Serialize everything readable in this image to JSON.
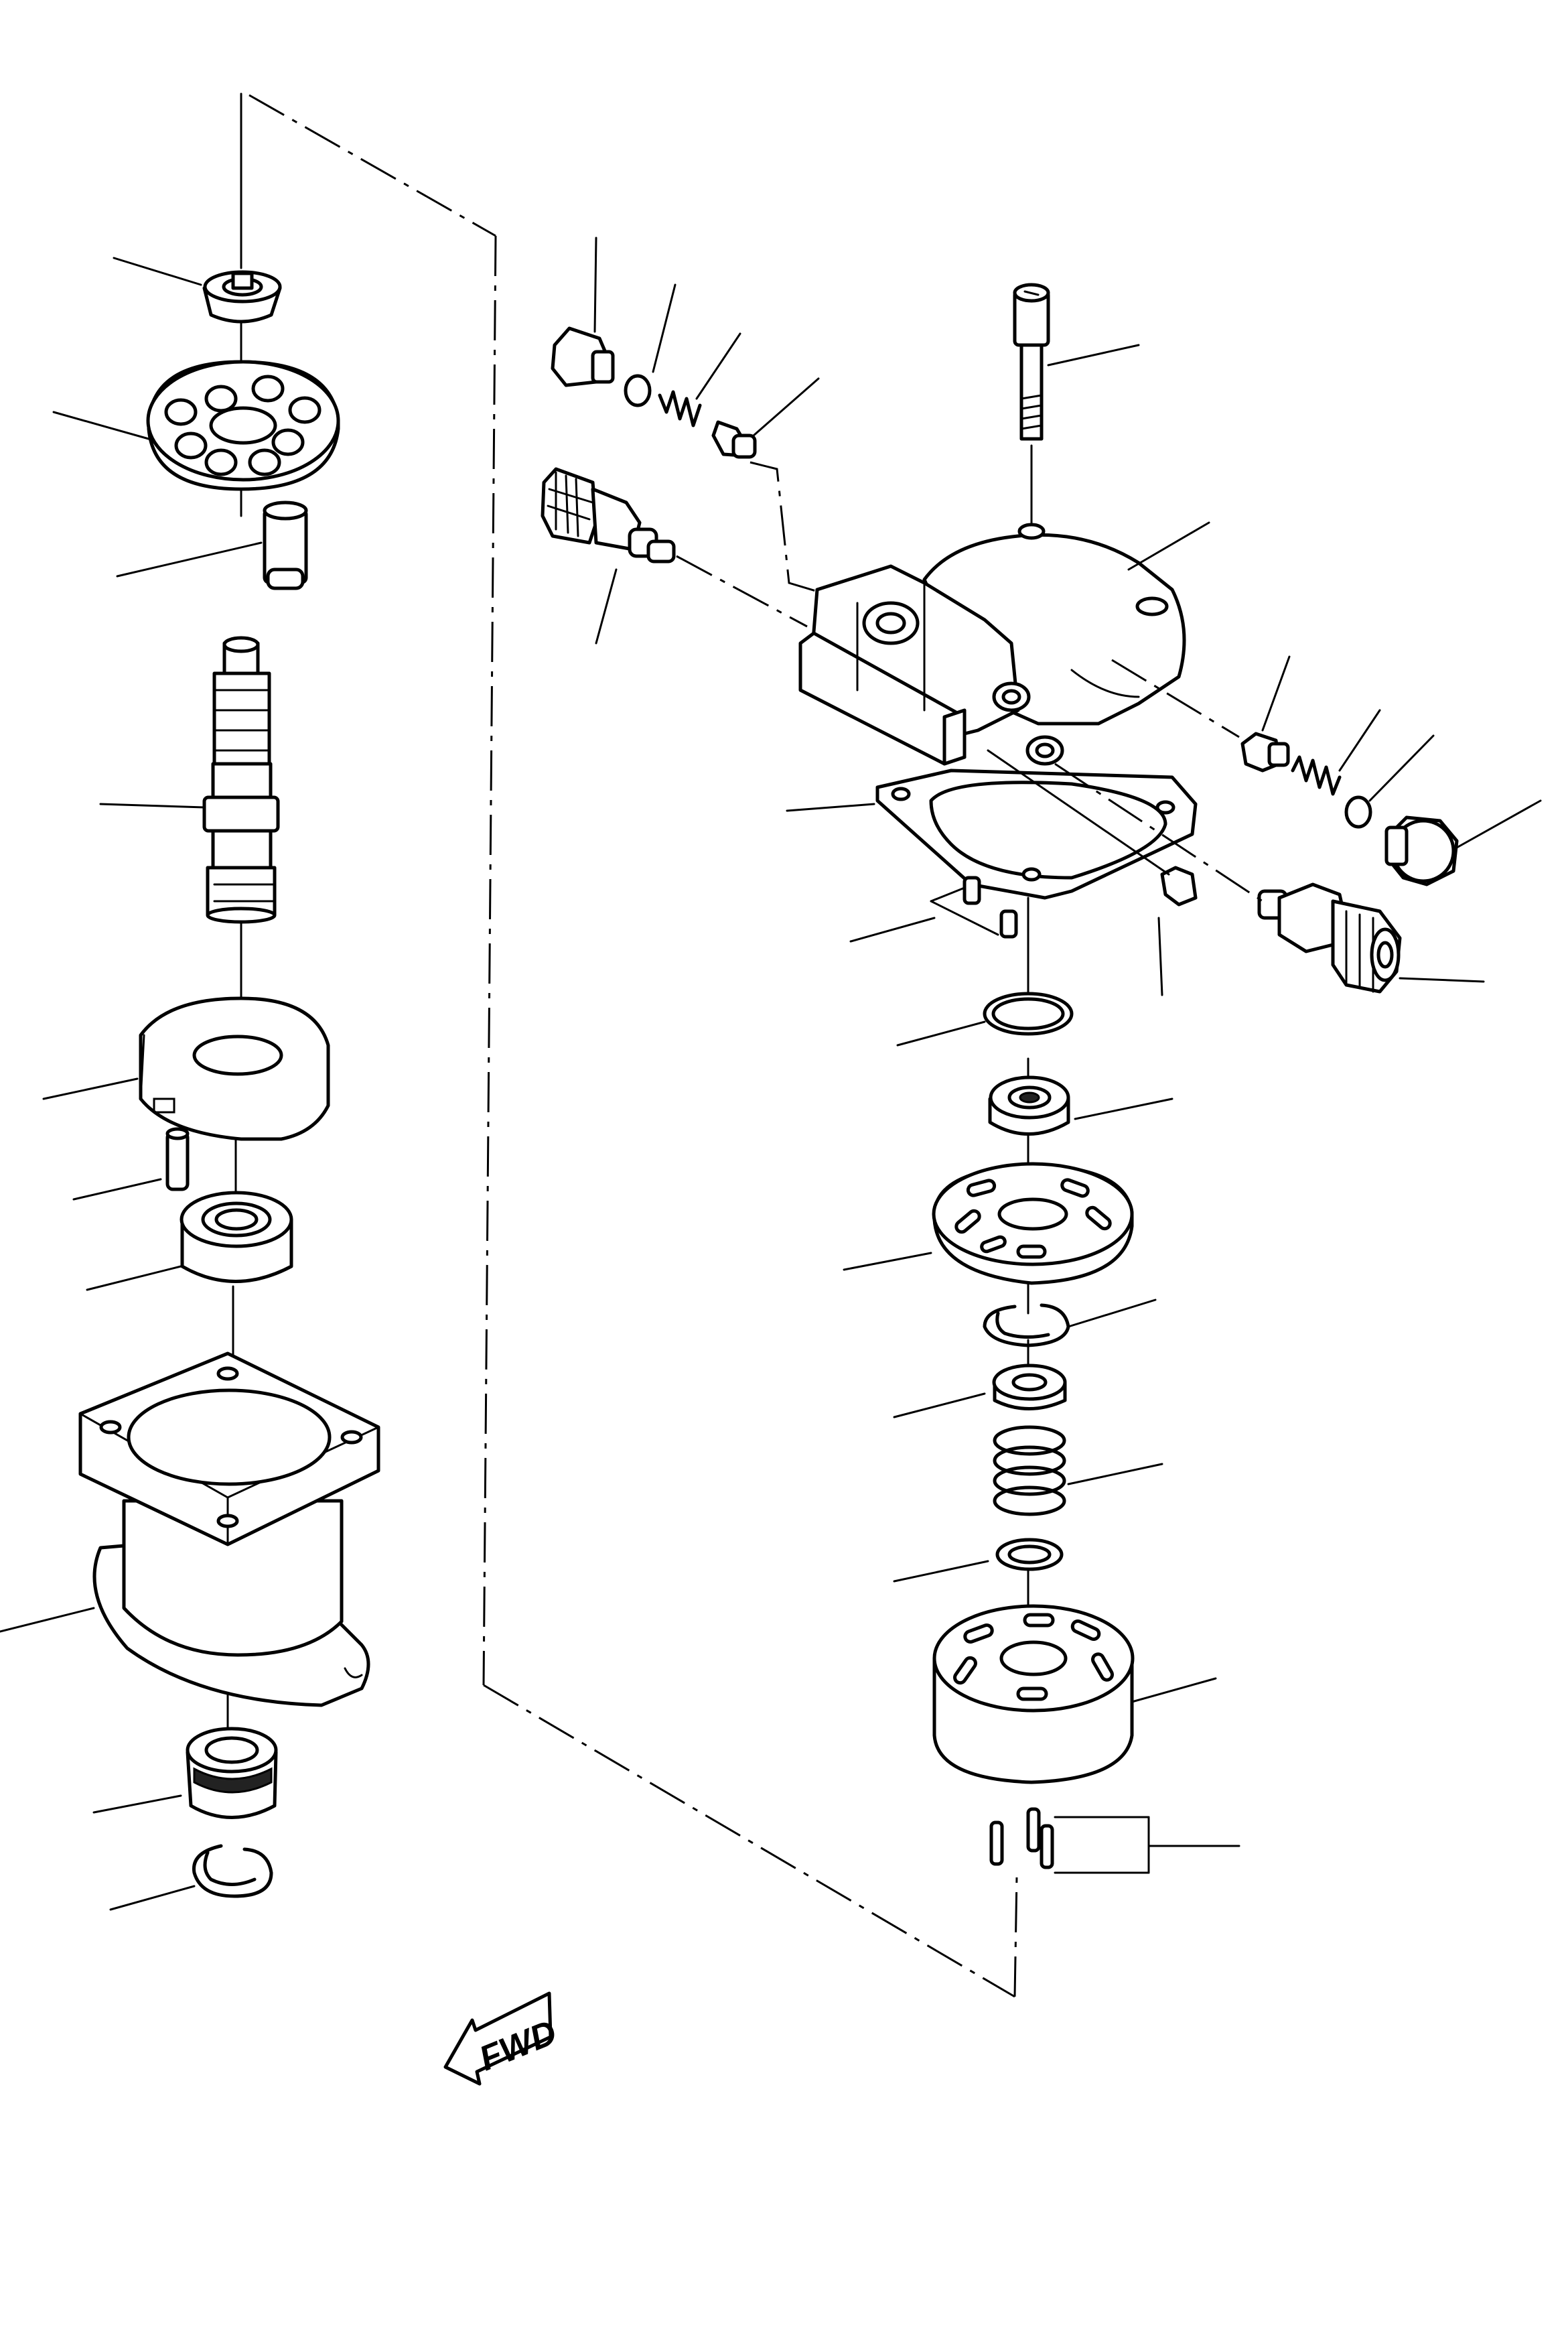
{
  "figure": {
    "kind": "exploded-parts-diagram",
    "fwd_label": "FWD",
    "left_stack": [
      "bushing",
      "valve-plate",
      "piston",
      "shaft",
      "swash-block",
      "pin",
      "ball-bearing",
      "housing",
      "oil-seal",
      "snap-ring"
    ],
    "right_assembly": [
      "cap-bolt",
      "plug",
      "o-ring",
      "spring",
      "poppet",
      "relief-valve",
      "end-cover",
      "gasket",
      "dowel-pins",
      "plug-small",
      "relief-valve-right",
      "o-ring-large",
      "needle-bearing",
      "port-plate",
      "snap-ring",
      "spring-seat",
      "spring",
      "washer",
      "cylinder-block",
      "pins"
    ]
  }
}
